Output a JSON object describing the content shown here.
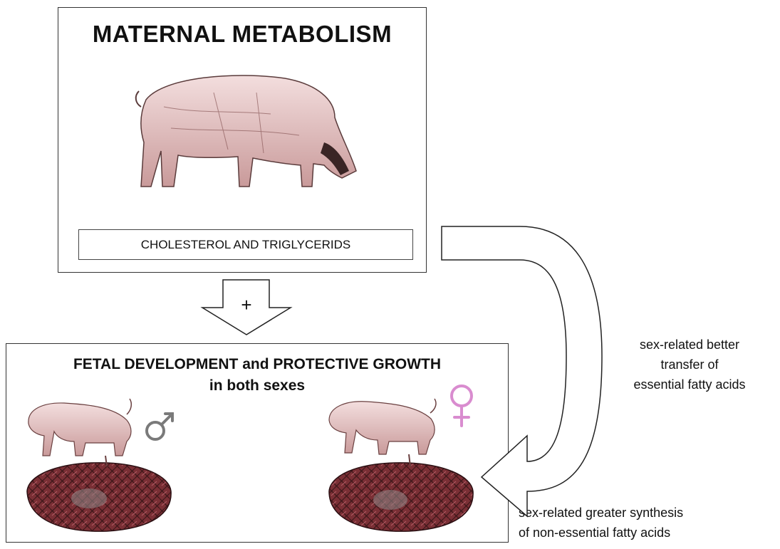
{
  "top_box": {
    "title": "MATERNAL METABOLISM",
    "metabolite_label": "CHOLESTEROL AND TRIGLYCERIDS"
  },
  "plus_sign": "+",
  "bottom_box": {
    "title_line1": "FETAL DEVELOPMENT and PROTECTIVE GROWTH",
    "title_line2": "in both sexes"
  },
  "right_annotation": {
    "line1": "sex-related better",
    "line2": "transfer  of",
    "line3": "essential fatty acids"
  },
  "bottom_annotation": {
    "line1": "sex-related greater synthesis",
    "line2": "of non-essential fatty acids"
  },
  "icons": {
    "male_symbol": "male-symbol-icon",
    "female_symbol": "female-symbol-icon",
    "sow": "sow-illustration",
    "piglet": "piglet-illustration",
    "placenta": "placenta-illustration"
  },
  "colors": {
    "male_symbol": "#7a7a7a",
    "female_symbol": "#d98ccf",
    "pig_skin": "#e8c4c4",
    "placenta": "#7a2f35"
  }
}
